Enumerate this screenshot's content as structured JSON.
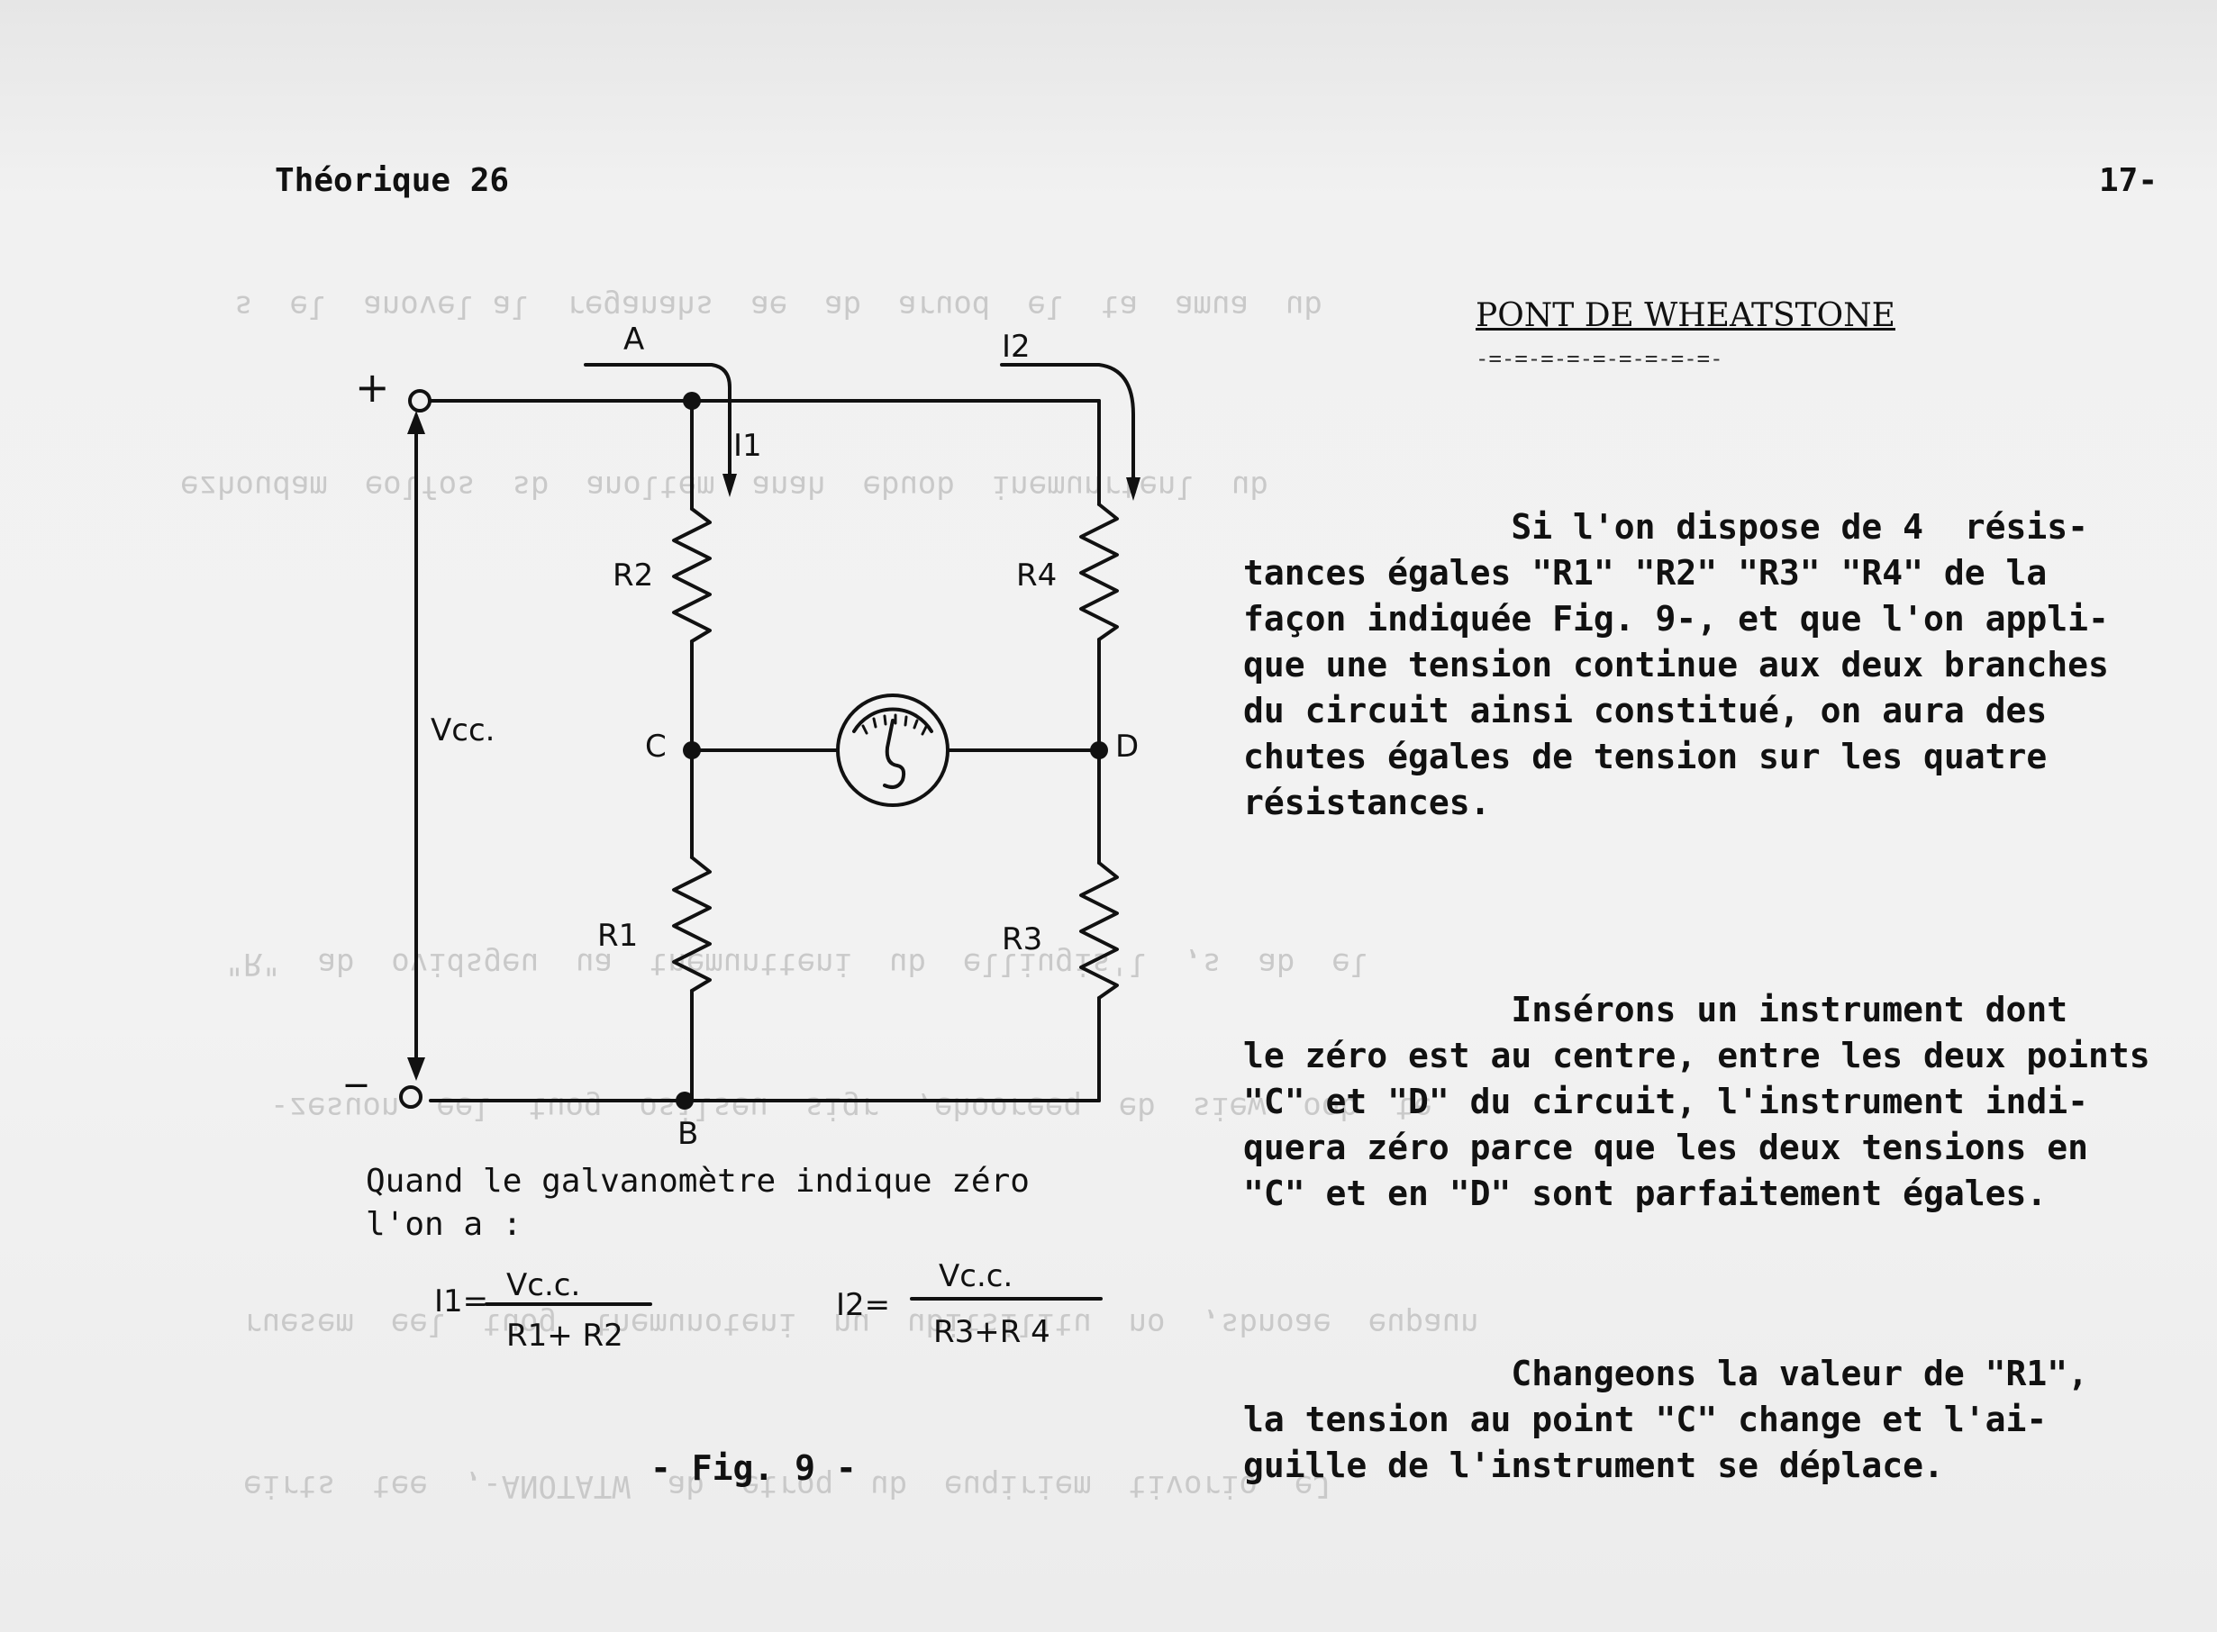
{
  "header": {
    "left": "Théorique 26",
    "right": "17-"
  },
  "title": {
    "text": "PONT DE WHEATSTONE",
    "rule": "-=-=-=-=-=-=-=-=-=-"
  },
  "paragraphs": [
    {
      "id": "p1",
      "lines": [
        "             Si l'on dispose de 4  résis-",
        "tances égales \"R1\" \"R2\" \"R3\" \"R4\" de la",
        "façon indiquée Fig. 9-, et que l'on appli-",
        "que une tension continue aux deux branches",
        "du circuit ainsi constitué, on aura des",
        "chutes égales de tension sur les quatre",
        "résistances."
      ]
    },
    {
      "id": "p2",
      "lines": [
        "             Insérons un instrument dont",
        "le zéro est au centre, entre les deux points",
        "\"C\" et \"D\" du circuit, l'instrument indi-",
        "quera zéro parce que les deux tensions en",
        "\"C\" et en \"D\" sont parfaitement égales."
      ]
    },
    {
      "id": "p3",
      "lines": [
        "             Changeons la valeur de \"R1\",",
        "la tension au point \"C\" change et l'ai-",
        "guille de l'instrument se déplace."
      ]
    }
  ],
  "diagram": {
    "plus": "+",
    "minus": "_",
    "node_a": "A",
    "node_b": "B",
    "node_c": "C",
    "node_d": "D",
    "current_1": "I1",
    "current_2": "I2",
    "r1": "R1",
    "r2": "R2",
    "r3": "R3",
    "r4": "R4",
    "vcc": "Vcc."
  },
  "caption": {
    "line1": "Quand le galvanomètre indique zéro",
    "line2": "l'on a :"
  },
  "formulas": {
    "f1_lhs": "I1=",
    "f1_num": "Vc.c.",
    "f1_den": "R1+ R2",
    "f2_lhs": "I2=",
    "f2_num": "Vc.c.",
    "f2_den": "R3+R 4"
  },
  "figure_label": "- Fig. 9 -"
}
